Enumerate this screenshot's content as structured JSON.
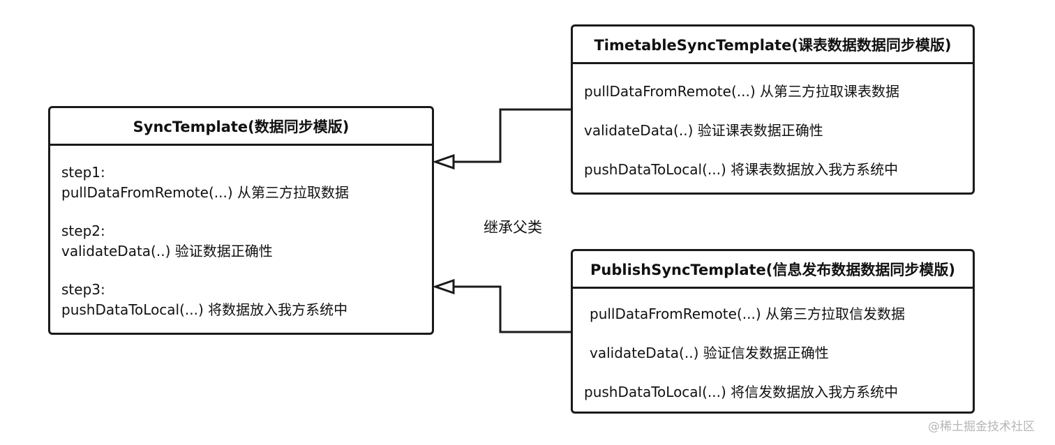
{
  "base_class": {
    "title": "SyncTemplate(数据同步模版)",
    "steps": [
      {
        "label": "step1:",
        "method": "pullDataFromRemote(...) 从第三方拉取数据"
      },
      {
        "label": "step2:",
        "method": "validateData(..) 验证数据正确性"
      },
      {
        "label": "step3:",
        "method": "pushDataToLocal(...) 将数据放入我方系统中"
      }
    ]
  },
  "subclasses": [
    {
      "title": "TimetableSyncTemplate(课表数据数据同步模版)",
      "methods": [
        "pullDataFromRemote(...) 从第三方拉取课表数据",
        "validateData(..) 验证课表数据正确性",
        "pushDataToLocal(...) 将课表数据放入我方系统中"
      ]
    },
    {
      "title": "PublishSyncTemplate(信息发布数据数据同步模版)",
      "methods": [
        "pullDataFromRemote(...) 从第三方拉取信发数据",
        "validateData(..) 验证信发数据正确性",
        "pushDataToLocal(...) 将信发数据放入我方系统中"
      ]
    }
  ],
  "relation_label": "继承父类",
  "watermark": "@稀土掘金技术社区"
}
